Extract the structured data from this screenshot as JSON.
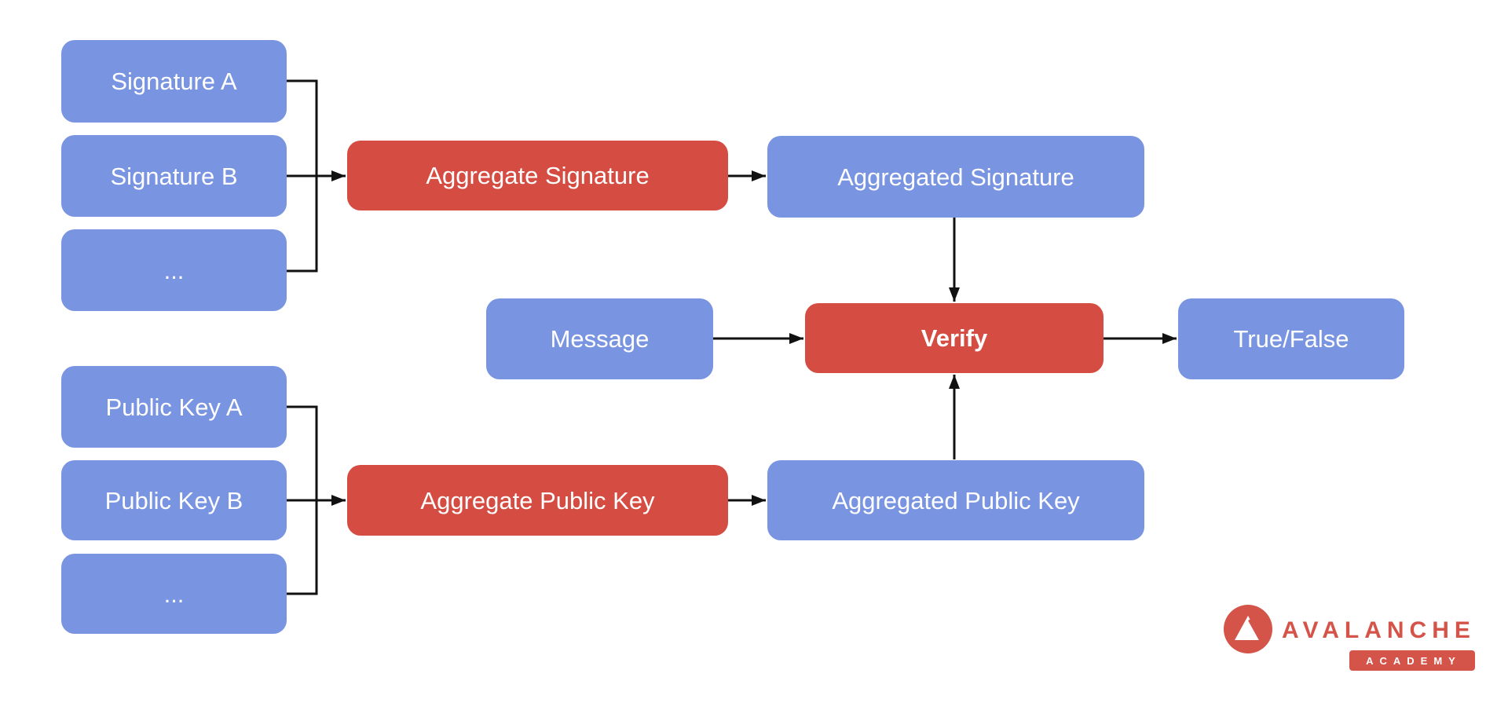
{
  "diagram": {
    "title_implied": "BLS signature aggregation and verification flow",
    "colors": {
      "background": "#ffffff",
      "node_blue": "#7994e0",
      "node_red": "#d44c42",
      "node_text": "#ffffff",
      "arrow": "#111111",
      "logo_red": "#d5544a"
    },
    "nodes": {
      "signature_a": {
        "label": "Signature A"
      },
      "signature_b": {
        "label": "Signature B"
      },
      "signature_more": {
        "label": "..."
      },
      "aggregate_signature": {
        "label": "Aggregate Signature"
      },
      "aggregated_signature": {
        "label": "Aggregated Signature"
      },
      "message": {
        "label": "Message"
      },
      "verify": {
        "label": "Verify"
      },
      "true_false": {
        "label": "True/False"
      },
      "public_key_a": {
        "label": "Public Key A"
      },
      "public_key_b": {
        "label": "Public Key B"
      },
      "public_key_more": {
        "label": "..."
      },
      "aggregate_public_key": {
        "label": "Aggregate Public Key"
      },
      "aggregated_public_key": {
        "label": "Aggregated Public Key"
      }
    },
    "edges": [
      "signatures-bracket -> aggregate_signature",
      "aggregate_signature -> aggregated_signature",
      "aggregated_signature -> verify",
      "message -> verify",
      "verify -> true_false",
      "public-keys-bracket -> aggregate_public_key",
      "aggregate_public_key -> aggregated_public_key",
      "aggregated_public_key -> verify"
    ]
  },
  "logo": {
    "brand": "AVALANCHE",
    "badge": "ACADEMY"
  }
}
